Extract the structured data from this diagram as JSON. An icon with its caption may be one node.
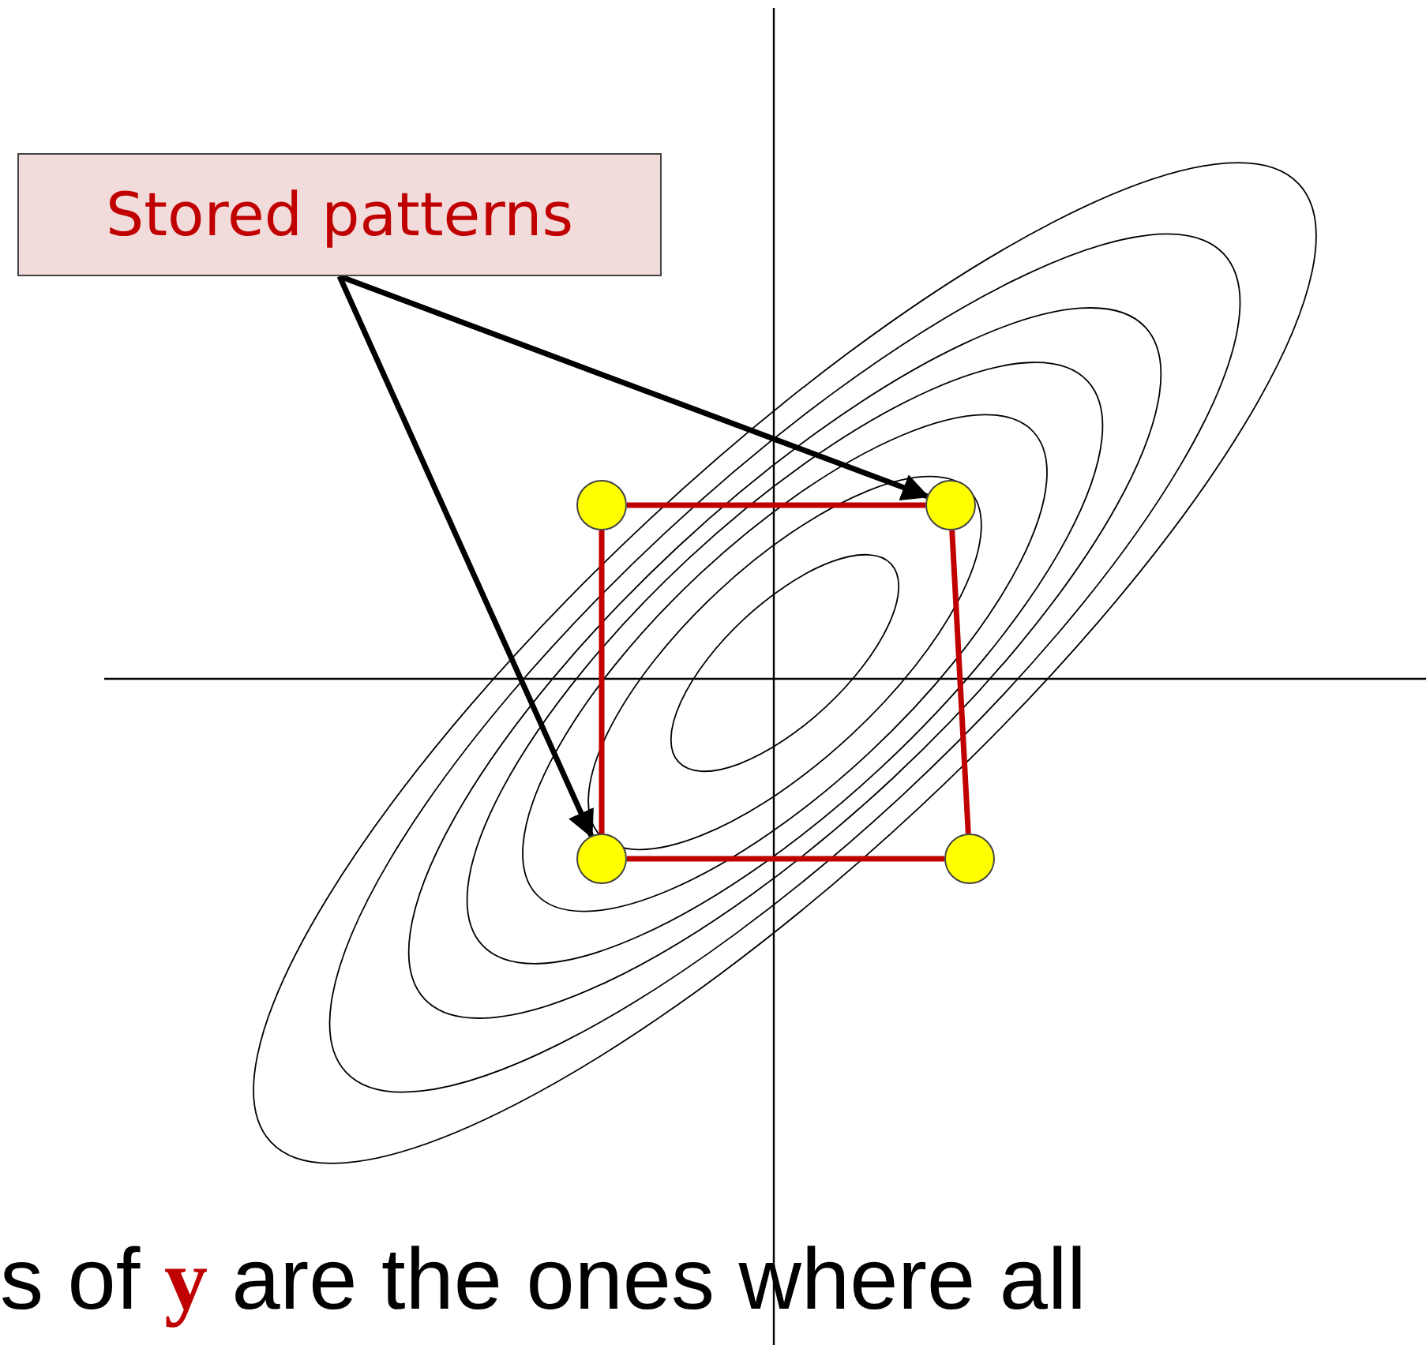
{
  "diagram": {
    "nodes": [
      {
        "text": [
          "Stored patterns"
        ]
      },
      {
        "text": [],
        "shape": "circle"
      },
      {
        "text": [],
        "shape": "circle"
      },
      {
        "text": [],
        "shape": "circle"
      },
      {
        "text": [],
        "shape": "circle"
      }
    ],
    "edges": [
      {
        "from": 0,
        "to": 2,
        "arrow": "to",
        "color": "#000000"
      },
      {
        "from": 0,
        "to": 3,
        "arrow": "to",
        "color": "#000000"
      },
      {
        "from": 1,
        "to": 2,
        "arrow": "none"
      },
      {
        "from": 2,
        "to": 4,
        "arrow": "none"
      },
      {
        "from": 4,
        "to": 3,
        "arrow": "none"
      },
      {
        "from": 3,
        "to": 1,
        "arrow": "none"
      }
    ],
    "labels": [
      "s of **y** are the ones where all"
    ]
  }
}
